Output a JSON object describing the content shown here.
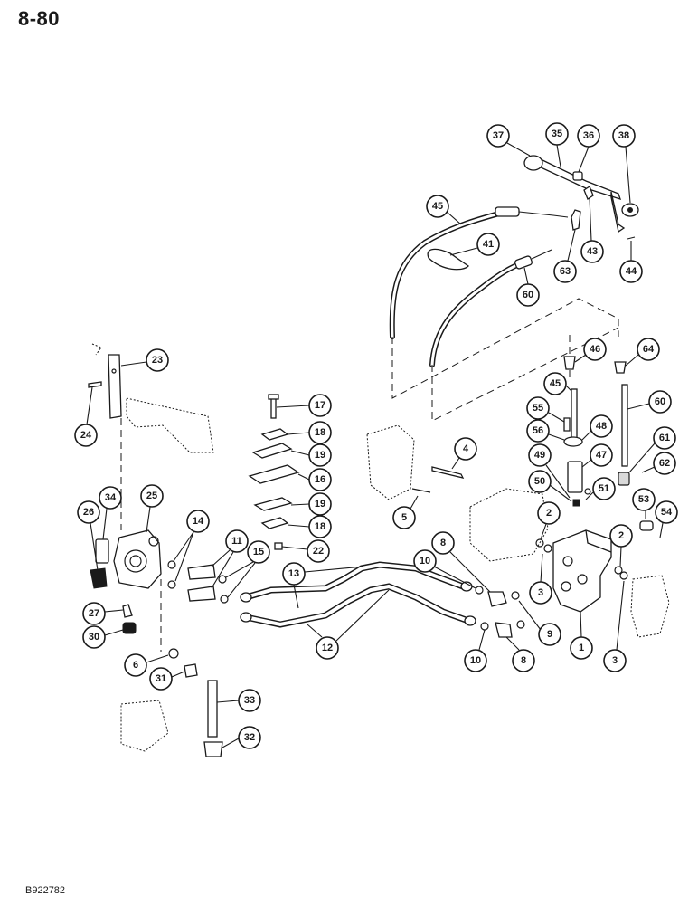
{
  "page": {
    "number": "8-80",
    "figure_code": "B922782"
  },
  "callouts": [
    {
      "id": "c1",
      "label": "1"
    },
    {
      "id": "c2a",
      "label": "2"
    },
    {
      "id": "c2b",
      "label": "2"
    },
    {
      "id": "c3a",
      "label": "3"
    },
    {
      "id": "c3b",
      "label": "3"
    },
    {
      "id": "c4",
      "label": "4"
    },
    {
      "id": "c5",
      "label": "5"
    },
    {
      "id": "c6",
      "label": "6"
    },
    {
      "id": "c8a",
      "label": "8"
    },
    {
      "id": "c8b",
      "label": "8"
    },
    {
      "id": "c9",
      "label": "9"
    },
    {
      "id": "c10a",
      "label": "10"
    },
    {
      "id": "c10b",
      "label": "10"
    },
    {
      "id": "c11",
      "label": "11"
    },
    {
      "id": "c12",
      "label": "12"
    },
    {
      "id": "c13",
      "label": "13"
    },
    {
      "id": "c14",
      "label": "14"
    },
    {
      "id": "c15",
      "label": "15"
    },
    {
      "id": "c16",
      "label": "16"
    },
    {
      "id": "c17",
      "label": "17"
    },
    {
      "id": "c18a",
      "label": "18"
    },
    {
      "id": "c18b",
      "label": "18"
    },
    {
      "id": "c19a",
      "label": "19"
    },
    {
      "id": "c19b",
      "label": "19"
    },
    {
      "id": "c22",
      "label": "22"
    },
    {
      "id": "c23",
      "label": "23"
    },
    {
      "id": "c24",
      "label": "24"
    },
    {
      "id": "c25",
      "label": "25"
    },
    {
      "id": "c26",
      "label": "26"
    },
    {
      "id": "c27",
      "label": "27"
    },
    {
      "id": "c30",
      "label": "30"
    },
    {
      "id": "c31",
      "label": "31"
    },
    {
      "id": "c32",
      "label": "32"
    },
    {
      "id": "c33",
      "label": "33"
    },
    {
      "id": "c34",
      "label": "34"
    },
    {
      "id": "c35",
      "label": "35"
    },
    {
      "id": "c36",
      "label": "36"
    },
    {
      "id": "c37",
      "label": "37"
    },
    {
      "id": "c38",
      "label": "38"
    },
    {
      "id": "c41",
      "label": "41"
    },
    {
      "id": "c43",
      "label": "43"
    },
    {
      "id": "c44",
      "label": "44"
    },
    {
      "id": "c45a",
      "label": "45"
    },
    {
      "id": "c45b",
      "label": "45"
    },
    {
      "id": "c46",
      "label": "46"
    },
    {
      "id": "c47",
      "label": "47"
    },
    {
      "id": "c48",
      "label": "48"
    },
    {
      "id": "c49",
      "label": "49"
    },
    {
      "id": "c50",
      "label": "50"
    },
    {
      "id": "c51",
      "label": "51"
    },
    {
      "id": "c53",
      "label": "53"
    },
    {
      "id": "c54",
      "label": "54"
    },
    {
      "id": "c55",
      "label": "55"
    },
    {
      "id": "c56",
      "label": "56"
    },
    {
      "id": "c60a",
      "label": "60"
    },
    {
      "id": "c60b",
      "label": "60"
    },
    {
      "id": "c61",
      "label": "61"
    },
    {
      "id": "c62",
      "label": "62"
    },
    {
      "id": "c63",
      "label": "63"
    },
    {
      "id": "c64",
      "label": "64"
    }
  ]
}
